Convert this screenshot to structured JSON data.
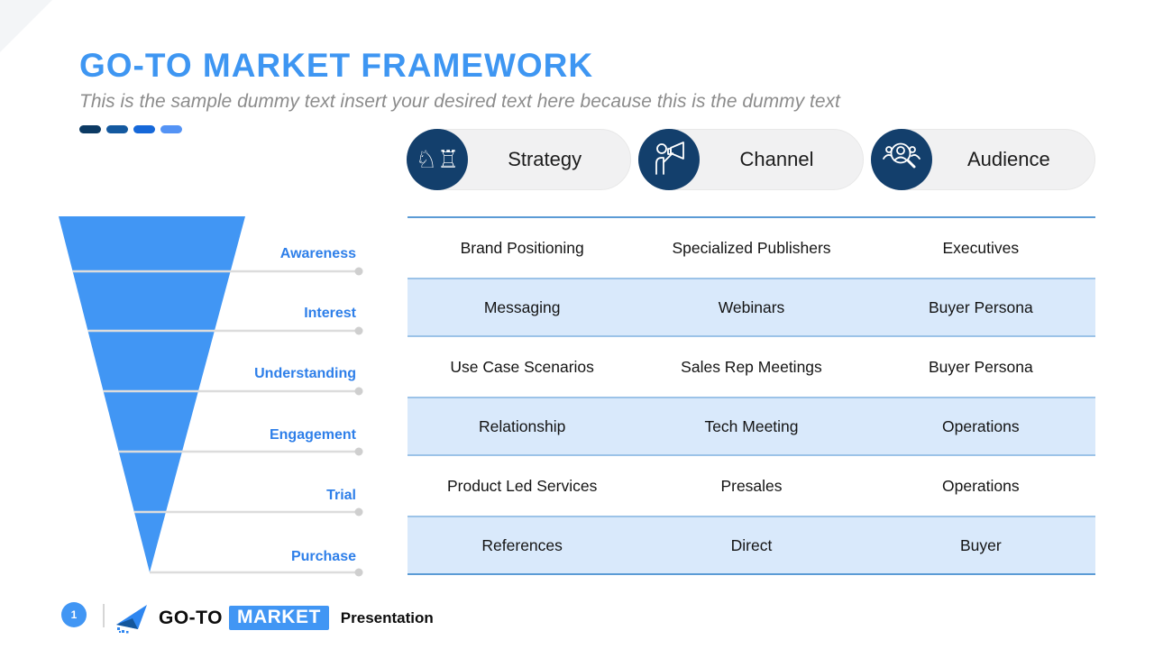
{
  "slide": {
    "title": "GO-TO MARKET FRAMEWORK",
    "subtitle": "This is the sample dummy text insert your desired text here because this is the dummy text",
    "page_number": "1"
  },
  "accent_dashes": [
    "#0C3A63",
    "#14599F",
    "#1668D9",
    "#5493F5"
  ],
  "colors": {
    "title_blue": "#3E96F2",
    "funnel_blue": "#4196F4",
    "stage_label_blue": "#2E7FE9",
    "navy_circle": "#133F6C",
    "pill_gray": "#F1F1F2",
    "row_alt_blue": "#D9E9FB",
    "table_border_blue": "#5B9BD5",
    "footer_accent": "#4196F4"
  },
  "funnel": {
    "stages": [
      "Awareness",
      "Interest",
      "Understanding",
      "Engagement",
      "Trial",
      "Purchase"
    ]
  },
  "columns": [
    {
      "label": "Strategy",
      "icon": "chess-icon"
    },
    {
      "label": "Channel",
      "icon": "megaphone-icon"
    },
    {
      "label": "Audience",
      "icon": "audience-search-icon"
    }
  ],
  "icons": {
    "chess_glyphs": "♘♖"
  },
  "table": {
    "rows": [
      [
        "Brand Positioning",
        "Specialized Publishers",
        "Executives"
      ],
      [
        "Messaging",
        "Webinars",
        "Buyer Persona"
      ],
      [
        "Use Case Scenarios",
        "Sales Rep Meetings",
        "Buyer Persona"
      ],
      [
        "Relationship",
        "Tech Meeting",
        "Operations"
      ],
      [
        "Product Led Services",
        "Presales",
        "Operations"
      ],
      [
        "References",
        "Direct",
        "Buyer"
      ]
    ]
  },
  "footer": {
    "brand_prefix": "GO-TO",
    "brand_highlight": "MARKET",
    "suffix": "Presentation"
  }
}
